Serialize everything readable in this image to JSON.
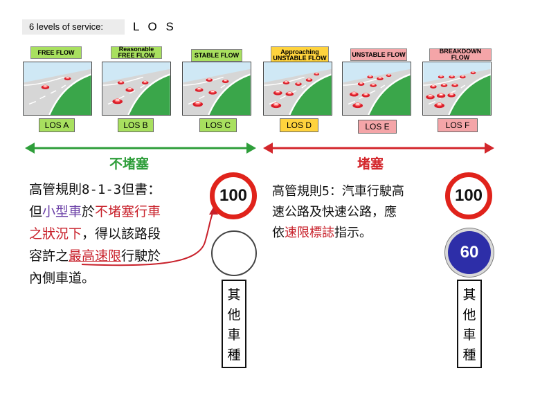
{
  "title": {
    "prefix": "6 levels of service:",
    "acronym": "L O S"
  },
  "levels": [
    {
      "header": "FREE FLOW",
      "label": "LOS   A",
      "color": "green"
    },
    {
      "header": "Reasonable FREE   FLOW",
      "label": "LOS B",
      "color": "green"
    },
    {
      "header": "STABLE  FLOW",
      "label": "LOS  C",
      "color": "green"
    },
    {
      "header": "Approaching UNSTABLE FLOW",
      "label": "LOS  D",
      "color": "yellow"
    },
    {
      "header": "UNSTABLE FLOW",
      "label": "LOS  E",
      "color": "pink"
    },
    {
      "header": "BREAKDOWN FLOW",
      "label": "LOS  F",
      "color": "pink"
    }
  ],
  "categories": {
    "left": "不堵塞",
    "right": "堵塞",
    "left_color": "#2e9e3a",
    "right_color": "#d3262b"
  },
  "left_rule": {
    "line1": "高管規則8-1-3但書：",
    "p_small_car_prefix": "但",
    "p_small_car": "小型車",
    "p_at": "於",
    "p_not_congested": "不堵塞行車",
    "p_status_under": "之狀況下",
    "p_rest1": "，得以該路段",
    "line3_prefix": "容許之",
    "p_max_speed": "最高速限",
    "p_drive": "行駛於",
    "line4": "內側車道。"
  },
  "right_rule": {
    "line1": "高管規則5：汽車行駛高",
    "line2": "速公路及快速公路，應",
    "line3_prefix": "依",
    "p_speed_sign": "速限標誌",
    "line3_suffix": "指示。"
  },
  "signs": {
    "left_limit": "100",
    "right_limit": "100",
    "right_min": "60"
  },
  "other_vehicles": {
    "chars": [
      "其",
      "他",
      "車",
      "種"
    ]
  }
}
